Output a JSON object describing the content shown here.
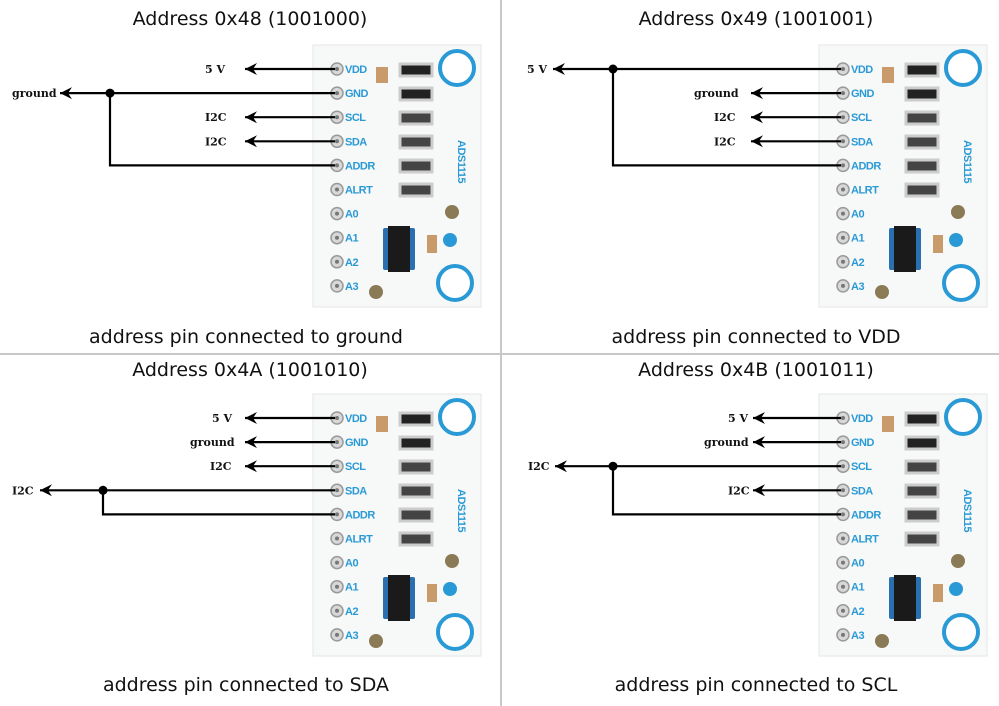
{
  "colors": {
    "wire": "#000000",
    "board": "#f7f8f8",
    "silkscreen": "#2a9ad6",
    "divider": "#c8c8c8"
  },
  "board": {
    "chip_label": "ADS1115",
    "pins": [
      "VDD",
      "GND",
      "SCL",
      "SDA",
      "ADDR",
      "ALRT",
      "A0",
      "A1",
      "A2",
      "A3"
    ]
  },
  "panels": [
    {
      "title": "Address 0x48 (1001000)",
      "caption": "address pin connected to ground",
      "labels": {
        "vdd": "5 V",
        "gnd": "ground",
        "scl": "I2C",
        "sda": "I2C"
      }
    },
    {
      "title": "Address 0x49 (1001001)",
      "caption": "address pin connected to VDD",
      "labels": {
        "vdd": "5 V",
        "gnd": "ground",
        "scl": "I2C",
        "sda": "I2C"
      }
    },
    {
      "title": "Address 0x4A (1001010)",
      "caption": "address pin connected to SDA",
      "labels": {
        "vdd": "5 V",
        "gnd": "ground",
        "scl": "I2C",
        "sda": "I2C"
      }
    },
    {
      "title": "Address 0x4B (1001011)",
      "caption": "address pin connected to SCL",
      "labels": {
        "vdd": "5 V",
        "gnd": "ground",
        "scl": "I2C",
        "sda": "I2C"
      }
    }
  ]
}
